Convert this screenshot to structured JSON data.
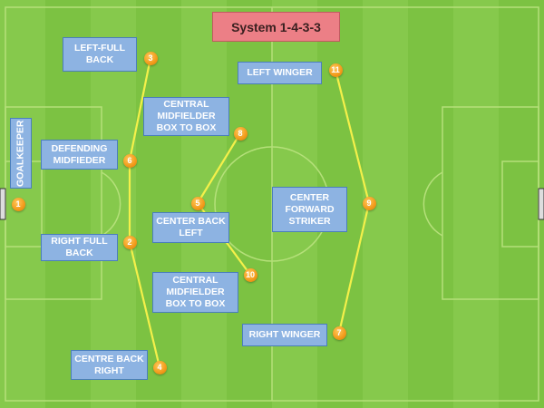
{
  "title": "System 1-4-3-3",
  "colors": {
    "pitch": "#7cc242",
    "lines": "#f4f04a",
    "label_bg": "#8db3e2",
    "title_bg": "#ec7f86",
    "badge": "#f29a1a"
  },
  "positions": [
    {
      "label": "GOALKEEPER",
      "number": "1"
    },
    {
      "label": "RIGHT  FULL BACK",
      "number": "2"
    },
    {
      "label": "LEFT-FULL BACK",
      "number": "3"
    },
    {
      "label": "CENTRE BACK RIGHT",
      "number": "4"
    },
    {
      "label": "CENTER BACK LEFT",
      "number": "5"
    },
    {
      "label": "DEFENDING MIDFIEDER",
      "number": "6"
    },
    {
      "label": "RIGHT WINGER",
      "number": "7"
    },
    {
      "label": "CENTRAL MIDFIELDER BOX TO BOX",
      "number": "8"
    },
    {
      "label": "CENTER FORWARD STRIKER",
      "number": "9"
    },
    {
      "label": "CENTRAL MIDFIELDER BOX TO BOX",
      "number": "10"
    },
    {
      "label": "LEFT WINGER",
      "number": "11"
    }
  ],
  "links": [
    [
      "3",
      "6"
    ],
    [
      "6",
      "2"
    ],
    [
      "2",
      "4"
    ],
    [
      "5",
      "8"
    ],
    [
      "5",
      "10"
    ],
    [
      "11",
      "9"
    ],
    [
      "9",
      "7"
    ]
  ]
}
